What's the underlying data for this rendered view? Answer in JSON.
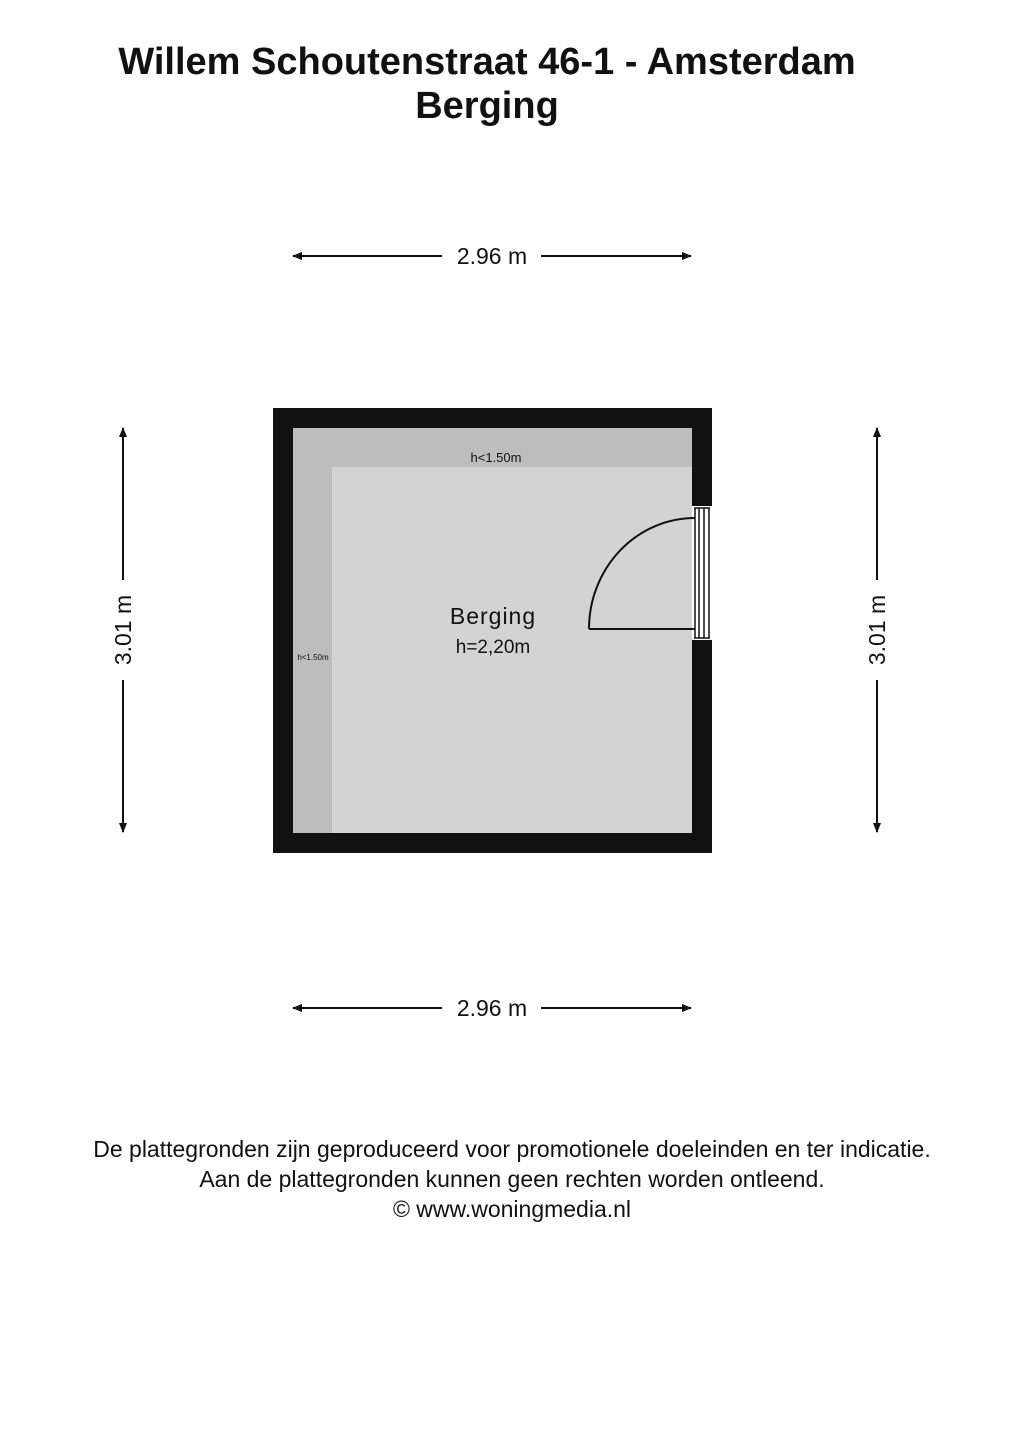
{
  "title": {
    "address": "Willem Schoutenstraat 46-1 - Amsterdam",
    "floor": "Berging"
  },
  "room": {
    "name": "Berging",
    "height": "h=2,20m",
    "low_ceiling_top": "h<1.50m",
    "low_ceiling_left": "h<1.50m"
  },
  "dimensions": {
    "width_top": "2.96 m",
    "width_bottom": "2.96 m",
    "depth_left": "3.01 m",
    "depth_right": "3.01 m"
  },
  "colors": {
    "wall": "#111111",
    "floor": "#d3d3d3",
    "low_ceiling": "#bdbdbd"
  },
  "disclaimer": {
    "line1": "De plattegronden zijn geproduceerd voor promotionele doeleinden en ter indicatie.",
    "line2": "Aan de plattegronden kunnen geen rechten worden ontleend.",
    "line3": "© www.woningmedia.nl"
  }
}
